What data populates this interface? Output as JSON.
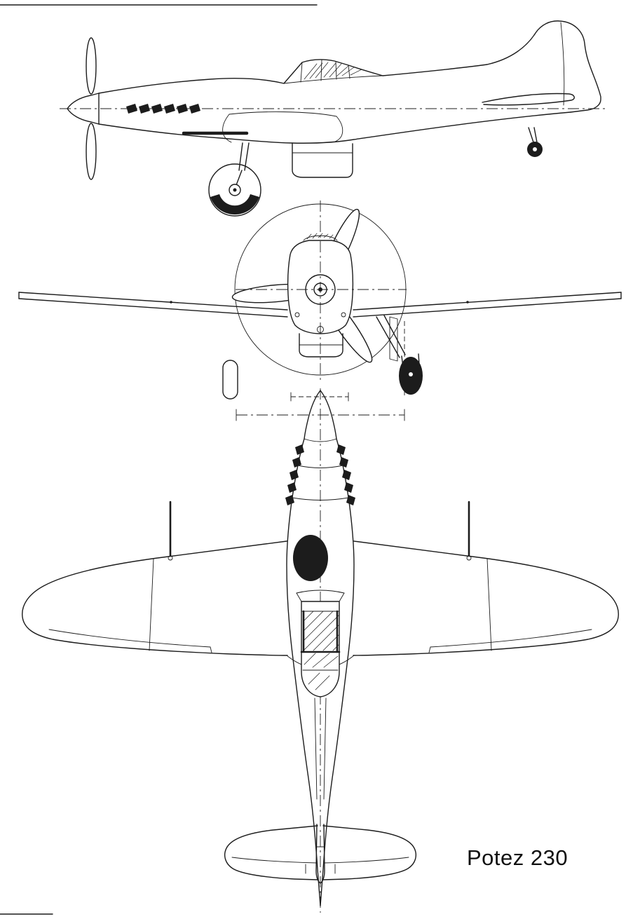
{
  "caption": {
    "text": "Potez 230"
  },
  "drawing": {
    "subject": "Potez 230 aircraft three-view technical line drawing",
    "views": [
      "side view",
      "front view",
      "top (plan) view"
    ],
    "line_color": "#1c1c1c",
    "background_color": "#ffffff"
  }
}
